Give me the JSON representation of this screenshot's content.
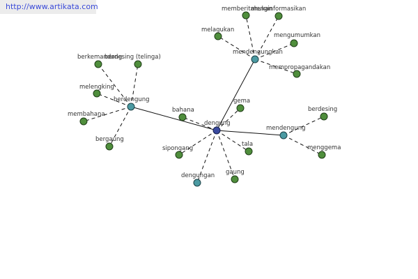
{
  "watermark": {
    "url": "http://www.artikata.com"
  },
  "graph": {
    "nodes": [
      {
        "id": "dengung",
        "label": "dengung",
        "kind": "root"
      },
      {
        "id": "mendengungkan",
        "label": "mendengungkan",
        "kind": "hub"
      },
      {
        "id": "berdengung",
        "label": "berdengung",
        "kind": "hub"
      },
      {
        "id": "mendengung",
        "label": "mendengung",
        "kind": "hub"
      },
      {
        "id": "dengungan",
        "label": "dengungan",
        "kind": "hub"
      },
      {
        "id": "memberitahukan",
        "label": "memberitahukan",
        "kind": "leaf"
      },
      {
        "id": "menginformasikan",
        "label": "menginformasikan",
        "kind": "leaf"
      },
      {
        "id": "melagukan",
        "label": "melagukan",
        "kind": "leaf"
      },
      {
        "id": "mengumumkan",
        "label": "mengumumkan",
        "kind": "leaf"
      },
      {
        "id": "mempropagandakan",
        "label": "mempropagandakan",
        "kind": "leaf"
      },
      {
        "id": "berkemandang",
        "label": "berkemandang",
        "kind": "leaf"
      },
      {
        "id": "berdesing-telinga",
        "label": "berdesing (telinga)",
        "kind": "leaf"
      },
      {
        "id": "melengking",
        "label": "melengking",
        "kind": "leaf"
      },
      {
        "id": "membahana",
        "label": "membahana",
        "kind": "leaf"
      },
      {
        "id": "bergaung",
        "label": "bergaung",
        "kind": "leaf"
      },
      {
        "id": "bahana",
        "label": "bahana",
        "kind": "leaf"
      },
      {
        "id": "gema",
        "label": "gema",
        "kind": "leaf"
      },
      {
        "id": "berdesing",
        "label": "berdesing",
        "kind": "leaf"
      },
      {
        "id": "menggema",
        "label": "menggema",
        "kind": "leaf"
      },
      {
        "id": "sipongang",
        "label": "sipongang",
        "kind": "leaf"
      },
      {
        "id": "tala",
        "label": "tala",
        "kind": "leaf"
      },
      {
        "id": "gaung",
        "label": "gaung",
        "kind": "leaf"
      }
    ],
    "edges": [
      {
        "from": "dengung",
        "to": "mendengungkan",
        "style": "solid"
      },
      {
        "from": "dengung",
        "to": "berdengung",
        "style": "solid"
      },
      {
        "from": "dengung",
        "to": "mendengung",
        "style": "solid"
      },
      {
        "from": "dengung",
        "to": "dengungan",
        "style": "dashed"
      },
      {
        "from": "dengung",
        "to": "bahana",
        "style": "dashed"
      },
      {
        "from": "dengung",
        "to": "gema",
        "style": "dashed"
      },
      {
        "from": "dengung",
        "to": "sipongang",
        "style": "dashed"
      },
      {
        "from": "dengung",
        "to": "tala",
        "style": "dashed"
      },
      {
        "from": "dengung",
        "to": "gaung",
        "style": "dashed"
      },
      {
        "from": "mendengungkan",
        "to": "memberitahukan",
        "style": "dashed"
      },
      {
        "from": "mendengungkan",
        "to": "menginformasikan",
        "style": "dashed"
      },
      {
        "from": "mendengungkan",
        "to": "melagukan",
        "style": "dashed"
      },
      {
        "from": "mendengungkan",
        "to": "mengumumkan",
        "style": "dashed"
      },
      {
        "from": "mendengungkan",
        "to": "mempropagandakan",
        "style": "dashed"
      },
      {
        "from": "berdengung",
        "to": "berkemandang",
        "style": "dashed"
      },
      {
        "from": "berdengung",
        "to": "berdesing-telinga",
        "style": "dashed"
      },
      {
        "from": "berdengung",
        "to": "melengking",
        "style": "dashed"
      },
      {
        "from": "berdengung",
        "to": "membahana",
        "style": "dashed"
      },
      {
        "from": "berdengung",
        "to": "bergaung",
        "style": "dashed"
      },
      {
        "from": "mendengung",
        "to": "berdesing",
        "style": "dashed"
      },
      {
        "from": "mendengung",
        "to": "menggema",
        "style": "dashed"
      }
    ]
  }
}
